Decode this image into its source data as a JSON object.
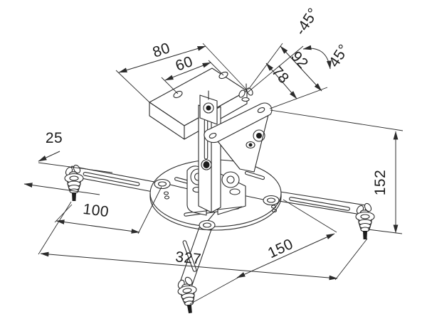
{
  "meta": {
    "type": "technical-line-drawing",
    "subject": "projector ceiling mount bracket, isometric dimensioned view"
  },
  "colors": {
    "background": "#ffffff",
    "line": "#2b2b2b",
    "text": "#1c1c1c"
  },
  "dims": {
    "d80": "80",
    "d60": "60",
    "d92": "92",
    "d78": "78",
    "neg45": "-45°",
    "pos45": "45°",
    "d25": "25",
    "d100": "100",
    "d327": "327",
    "d150": "150",
    "d152": "152"
  }
}
